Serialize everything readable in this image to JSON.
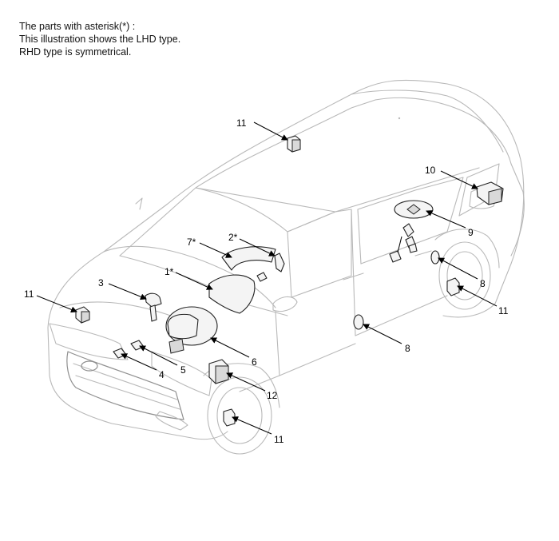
{
  "notes": {
    "line1": "The parts with asterisk(*) :",
    "line2": "This illustration shows the LHD type.",
    "line3": "RHD type is symmetrical."
  },
  "callouts": {
    "c11_roof": "11",
    "c10": "10",
    "c9": "9",
    "c7": "7*",
    "c2": "2*",
    "c1": "1*",
    "c3": "3",
    "c11_front_left": "11",
    "c8_rear": "8",
    "c11_rear": "11",
    "c8_front": "8",
    "c6": "6",
    "c5": "5",
    "c4": "4",
    "c12": "12",
    "c11_front_wheel": "11"
  }
}
